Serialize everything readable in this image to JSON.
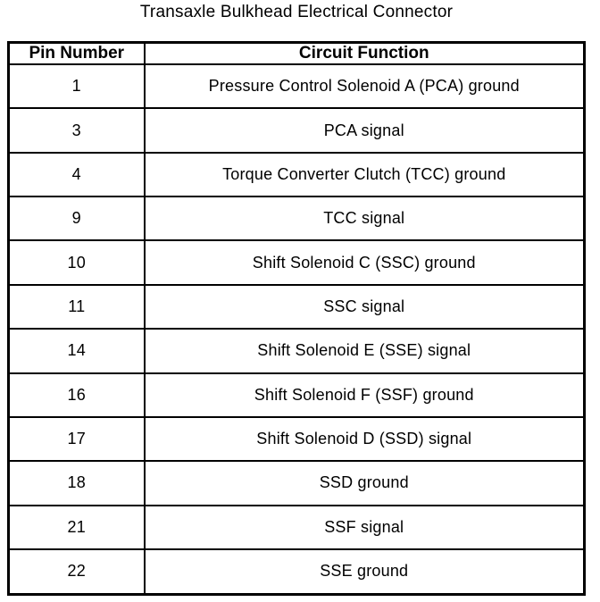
{
  "title": "Transaxle Bulkhead Electrical Connector",
  "table": {
    "headers": [
      "Pin Number",
      "Circuit Function"
    ],
    "rows": [
      {
        "pin": "1",
        "function": "Pressure Control Solenoid A (PCA) ground"
      },
      {
        "pin": "3",
        "function": "PCA signal"
      },
      {
        "pin": "4",
        "function": "Torque Converter Clutch (TCC) ground"
      },
      {
        "pin": "9",
        "function": "TCC signal"
      },
      {
        "pin": "10",
        "function": "Shift Solenoid C (SSC) ground"
      },
      {
        "pin": "11",
        "function": "SSC signal"
      },
      {
        "pin": "14",
        "function": "Shift Solenoid E (SSE) signal"
      },
      {
        "pin": "16",
        "function": "Shift Solenoid F (SSF) ground"
      },
      {
        "pin": "17",
        "function": "Shift Solenoid D (SSD) signal"
      },
      {
        "pin": "18",
        "function": "SSD ground"
      },
      {
        "pin": "21",
        "function": "SSF signal"
      },
      {
        "pin": "22",
        "function": "SSE ground"
      }
    ]
  },
  "colors": {
    "border": "#000000",
    "background": "#ffffff",
    "text": "#000000"
  }
}
